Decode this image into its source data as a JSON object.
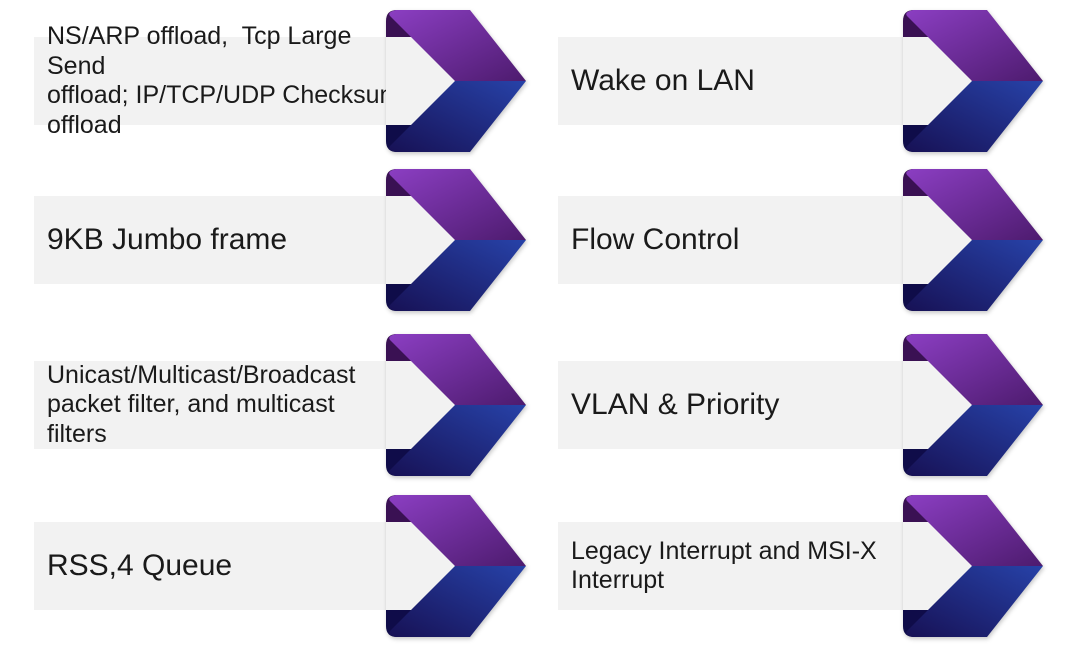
{
  "slide": {
    "background": "#FFFFFF",
    "columns": 2,
    "rows": 4
  },
  "theme": {
    "background": "#FFFFFF",
    "bar_fill": "#F2F2F2",
    "text_color": "#1A1A1A",
    "purple_light": "#8B3EC2",
    "purple_dark": "#4D1B6E",
    "purple_fold": "#3A1153",
    "navy_light": "#2742A8",
    "navy_dark": "#171155",
    "navy_fold": "#0F0C49"
  },
  "features": [
    {
      "id": "offload",
      "label": "NS/ARP offload,  Tcp Large Send\noffload; IP/TCP/UDP Checksum\noffload"
    },
    {
      "id": "jumbo-frame",
      "label": "9KB Jumbo frame"
    },
    {
      "id": "packet-filter",
      "label": "Unicast/Multicast/Broadcast\npacket filter, and multicast\nfilters"
    },
    {
      "id": "rss-queue",
      "label": "RSS,4 Queue"
    },
    {
      "id": "wake-on-lan",
      "label": "Wake on LAN"
    },
    {
      "id": "flow-control",
      "label": "Flow Control"
    },
    {
      "id": "vlan-priority",
      "label": "VLAN & Priority"
    },
    {
      "id": "interrupts",
      "label": "Legacy Interrupt and MSI-X\nInterrupt"
    }
  ]
}
